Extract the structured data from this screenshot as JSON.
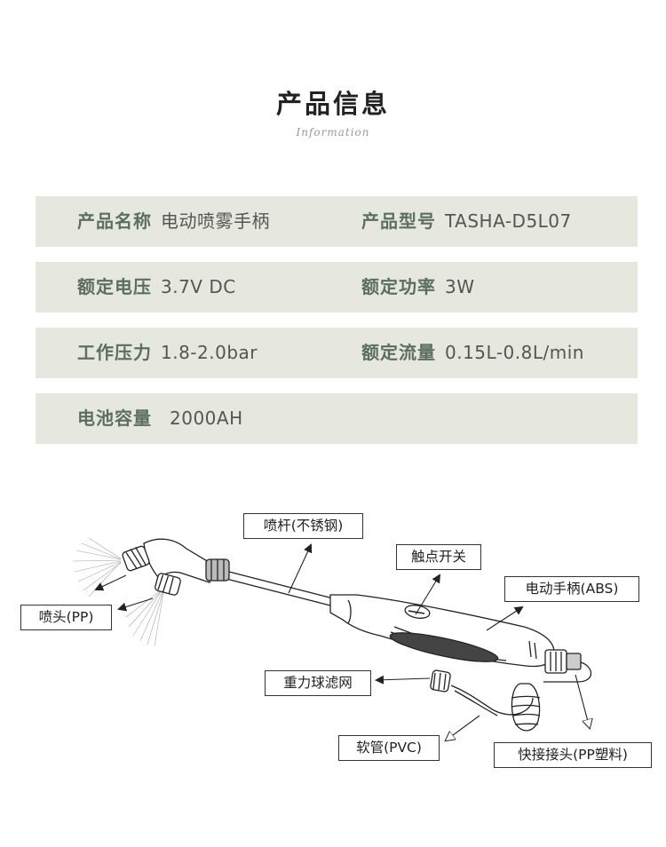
{
  "header": {
    "title": "产品信息",
    "subtitle": "Information"
  },
  "specs": [
    {
      "label1": "产品名称",
      "value1": "电动喷雾手柄",
      "label2": "产品型号",
      "value2": "TASHA-D5L07"
    },
    {
      "label1": "额定电压",
      "value1": "3.7V DC",
      "label2": "额定功率",
      "value2": "3W"
    },
    {
      "label1": "工作压力",
      "value1": "1.8-2.0bar",
      "label2": "额定流量",
      "value2": "0.15L-0.8L/min"
    },
    {
      "label1": "电池容量",
      "value1": "2000AH"
    }
  ],
  "callouts": {
    "rod": "喷杆(不锈钢)",
    "switch": "触点开关",
    "handle": "电动手柄(ABS)",
    "nozzle": "喷头(PP)",
    "filter": "重力球滤网",
    "hose": "软管(PVC)",
    "connector": "快接接头(PP塑料)"
  }
}
